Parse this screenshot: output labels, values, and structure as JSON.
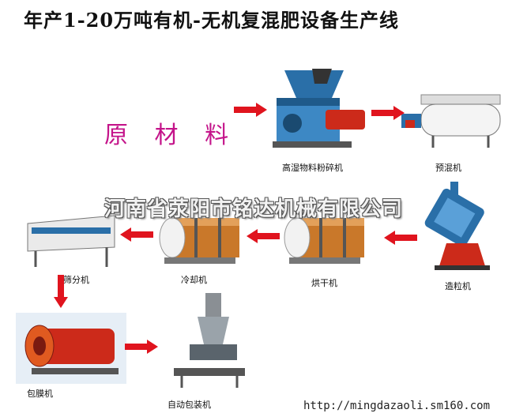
{
  "title": "年产1-20万吨有机-无机复混肥设备生产线",
  "raw_material": "原 材 料",
  "watermark_company": "河南省荥阳市铭达机械有限公司",
  "watermark_url": "http://mingdazaoli.sm160.com",
  "colors": {
    "arrow": "#e0141e",
    "raw_text": "#c4148a",
    "machine_blue": "#2a6fa8",
    "machine_red": "#cc2a1a"
  },
  "machines": {
    "crusher": "高湿物料粉碎机",
    "premixer": "预混机",
    "granulator": "造粒机",
    "dryer": "烘干机",
    "cooler": "冷却机",
    "screener": "筛分机",
    "coater": "包膜机",
    "packer": "自动包装机"
  }
}
